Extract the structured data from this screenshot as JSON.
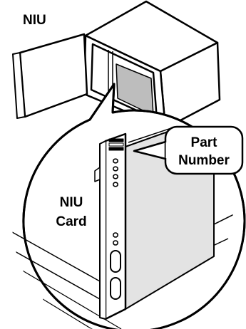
{
  "labels": {
    "niu": "NIU",
    "part_number_line1": "Part",
    "part_number_line2": "Number",
    "niu_card_line1": "NIU",
    "niu_card_line2": "Card"
  },
  "colors": {
    "stroke": "#000000",
    "card_face": "#e3e3e3",
    "opening": "#bdbdbd",
    "background": "#ffffff"
  }
}
